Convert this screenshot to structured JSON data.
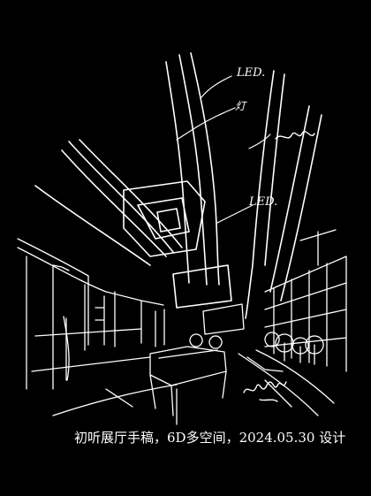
{
  "annotations": {
    "led_top": "LED.",
    "led_mid": "LED.",
    "light_mark": "灯"
  },
  "caption": "初听展厅手稿，6D多空间，2024.05.30 设计",
  "colors": {
    "background": "#000000",
    "ink": "#ffffff"
  }
}
